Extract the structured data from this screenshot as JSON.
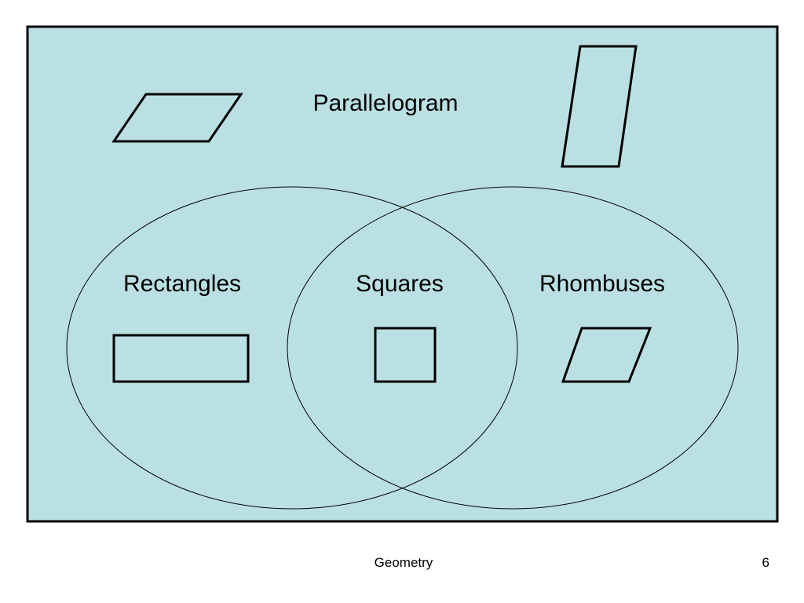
{
  "diagram": {
    "labels": {
      "outer": "Parallelogram",
      "left": "Rectangles",
      "middle": "Squares",
      "right": "Rhombuses"
    },
    "colors": {
      "background": "#bbe0e3",
      "stroke": "#000000"
    },
    "shapes": {
      "outer_icon_1": "parallelogram-icon",
      "outer_icon_2": "tall-parallelogram-icon",
      "left_icon": "rectangle-icon",
      "middle_icon": "square-icon",
      "right_icon": "rhombus-icon"
    }
  },
  "footer": {
    "title": "Geometry",
    "page": "6"
  }
}
